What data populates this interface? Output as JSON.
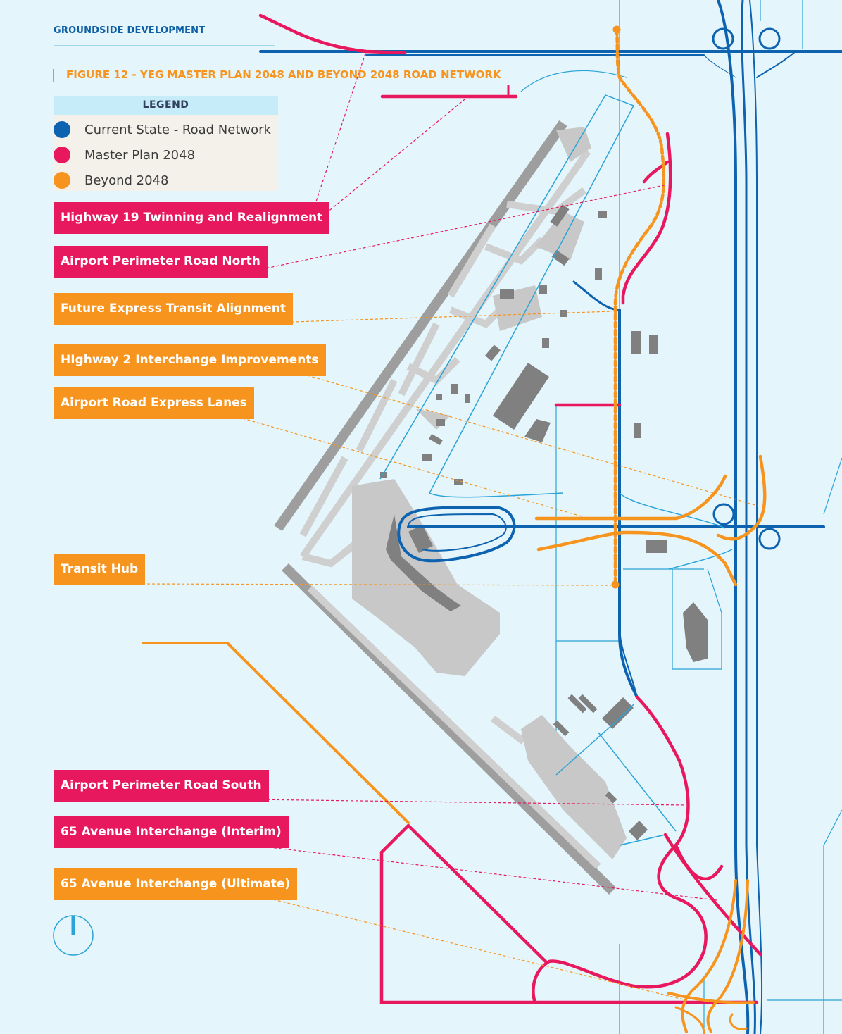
{
  "header": {
    "section": "GROUNDSIDE DEVELOPMENT",
    "figure_title": "FIGURE 12 - YEG MASTER PLAN 2048 AND BEYOND 2048 ROAD NETWORK"
  },
  "legend": {
    "title": "LEGEND",
    "items": [
      {
        "label": "Current State - Road Network",
        "color": "#0d63b0"
      },
      {
        "label": "Master Plan 2048",
        "color": "#e8185e"
      },
      {
        "label": "Beyond 2048",
        "color": "#f7941d"
      }
    ]
  },
  "callouts": [
    {
      "label": "Highway 19 Twinning and Realignment",
      "category": "Master Plan 2048",
      "color": "#e8185e"
    },
    {
      "label": "Airport Perimeter Road North",
      "category": "Master Plan 2048",
      "color": "#e8185e"
    },
    {
      "label": "Future Express Transit Alignment",
      "category": "Beyond 2048",
      "color": "#f7941d"
    },
    {
      "label": "HIghway 2 Interchange Improvements",
      "category": "Beyond 2048",
      "color": "#f7941d"
    },
    {
      "label": "Airport Road Express Lanes",
      "category": "Beyond 2048",
      "color": "#f7941d"
    },
    {
      "label": "Transit Hub",
      "category": "Beyond 2048",
      "color": "#f7941d"
    },
    {
      "label": "Airport Perimeter Road South",
      "category": "Master Plan 2048",
      "color": "#e8185e"
    },
    {
      "label": "65 Avenue Interchange (Interim)",
      "category": "Master Plan 2048",
      "color": "#e8185e"
    },
    {
      "label": "65 Avenue Interchange (Ultimate)",
      "category": "Beyond 2048",
      "color": "#f7941d"
    }
  ],
  "colors": {
    "background": "#e4f5fb",
    "current_road": "#0d63b0",
    "minor_road": "#2aa3d8",
    "master_plan": "#e8185e",
    "beyond": "#f7941d",
    "runway": "#aaaaaa",
    "building": "#808080"
  },
  "icons": {
    "north_arrow": "north-arrow-icon"
  }
}
